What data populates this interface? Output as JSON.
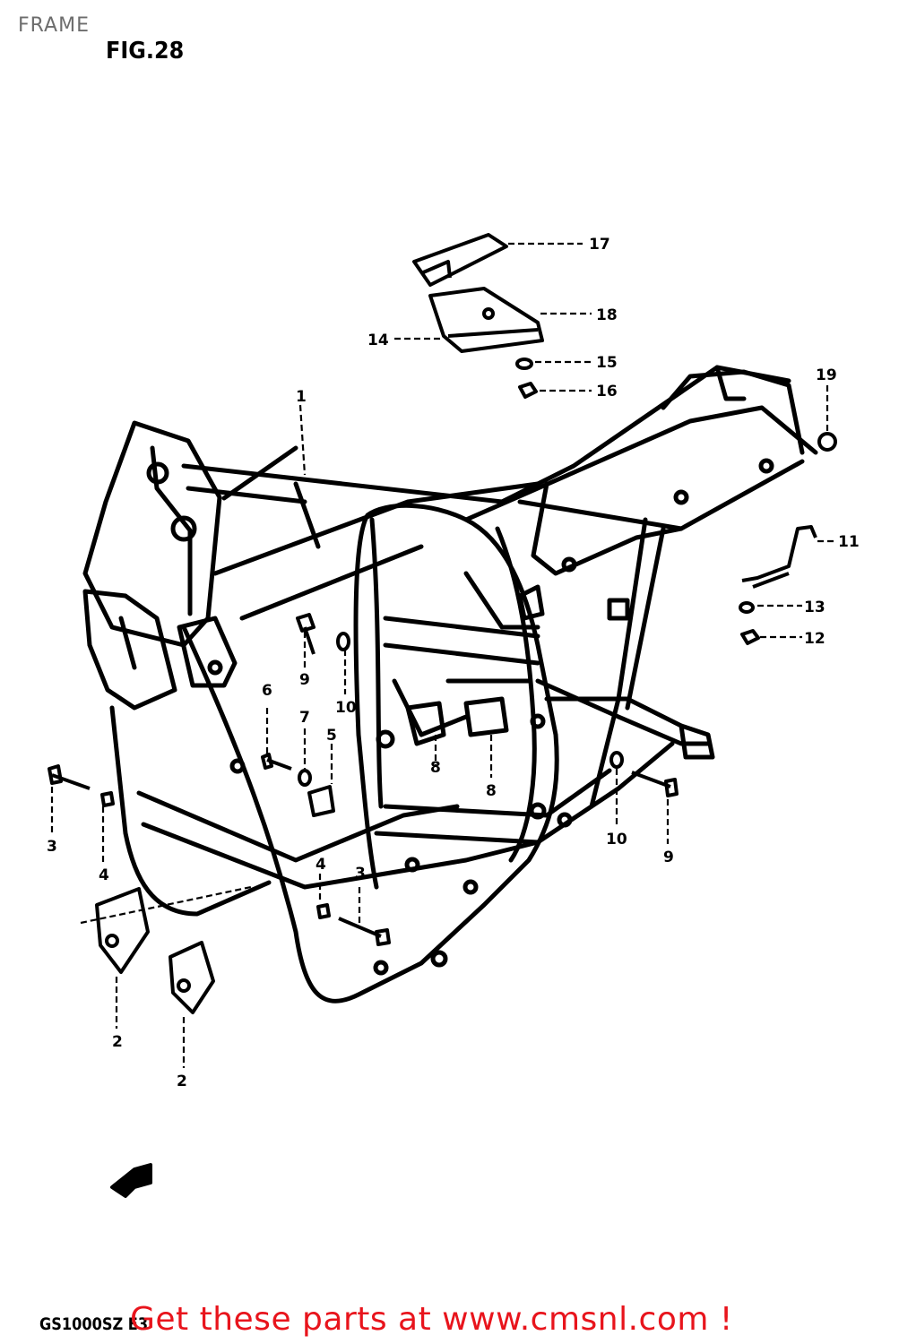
{
  "header": {
    "title": "FRAME",
    "figure_label": "FIG.28"
  },
  "callouts": [
    {
      "id": "c1",
      "number": "1"
    },
    {
      "id": "c2a",
      "number": "2"
    },
    {
      "id": "c2b",
      "number": "2"
    },
    {
      "id": "c3a",
      "number": "3"
    },
    {
      "id": "c3b",
      "number": "3"
    },
    {
      "id": "c4a",
      "number": "4"
    },
    {
      "id": "c4b",
      "number": "4"
    },
    {
      "id": "c5",
      "number": "5"
    },
    {
      "id": "c6",
      "number": "6"
    },
    {
      "id": "c7",
      "number": "7"
    },
    {
      "id": "c8a",
      "number": "8"
    },
    {
      "id": "c8b",
      "number": "8"
    },
    {
      "id": "c9a",
      "number": "9"
    },
    {
      "id": "c9b",
      "number": "9"
    },
    {
      "id": "c10a",
      "number": "10"
    },
    {
      "id": "c10b",
      "number": "10"
    },
    {
      "id": "c11",
      "number": "11"
    },
    {
      "id": "c12",
      "number": "12"
    },
    {
      "id": "c13",
      "number": "13"
    },
    {
      "id": "c14",
      "number": "14"
    },
    {
      "id": "c15",
      "number": "15"
    },
    {
      "id": "c16",
      "number": "16"
    },
    {
      "id": "c17",
      "number": "17"
    },
    {
      "id": "c18",
      "number": "18"
    },
    {
      "id": "c19",
      "number": "19"
    }
  ],
  "footer": {
    "model_code": "GS1000SZ E3",
    "banner": "Get these parts at www.cmsnl.com !"
  },
  "colors": {
    "banner": "#e8141c",
    "title": "#6d6d6d",
    "ink": "#000000"
  }
}
